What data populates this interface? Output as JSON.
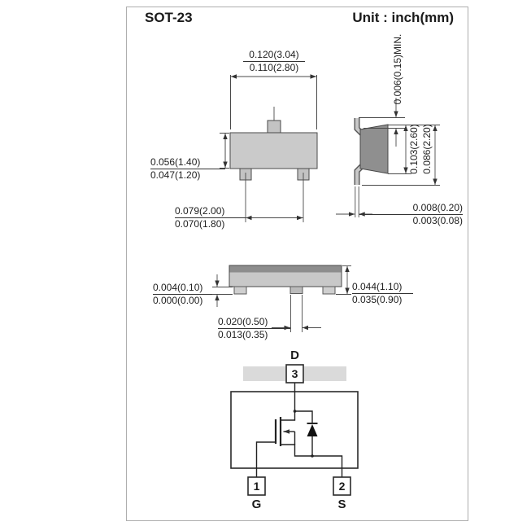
{
  "header": {
    "title": "SOT-23",
    "unit": "Unit : inch(mm)"
  },
  "front_view": {
    "width": {
      "max": "0.120(3.04)",
      "min": "0.110(2.80)"
    },
    "height": {
      "max": "0.056(1.40)",
      "min": "0.047(1.20)"
    },
    "lead_span": {
      "max": "0.079(2.00)",
      "min": "0.070(1.80)"
    }
  },
  "side_view": {
    "tip_clearance": "0.006(0.15)MIN.",
    "overall_width": "0.103(2.60)",
    "body_width": "0.086(2.20)",
    "lead_thickness": {
      "max": "0.008(0.20)",
      "min": "0.003(0.08)"
    }
  },
  "bottom_view": {
    "standoff": {
      "max": "0.004(0.10)",
      "min": "0.000(0.00)"
    },
    "height": {
      "max": "0.044(1.10)",
      "min": "0.035(0.90)"
    },
    "lead_width": {
      "max": "0.020(0.50)",
      "min": "0.013(0.35)"
    }
  },
  "schematic": {
    "pins": {
      "p1": "1",
      "p2": "2",
      "p3": "3"
    },
    "labels": {
      "drain": "D",
      "gate": "G",
      "source": "S"
    }
  }
}
